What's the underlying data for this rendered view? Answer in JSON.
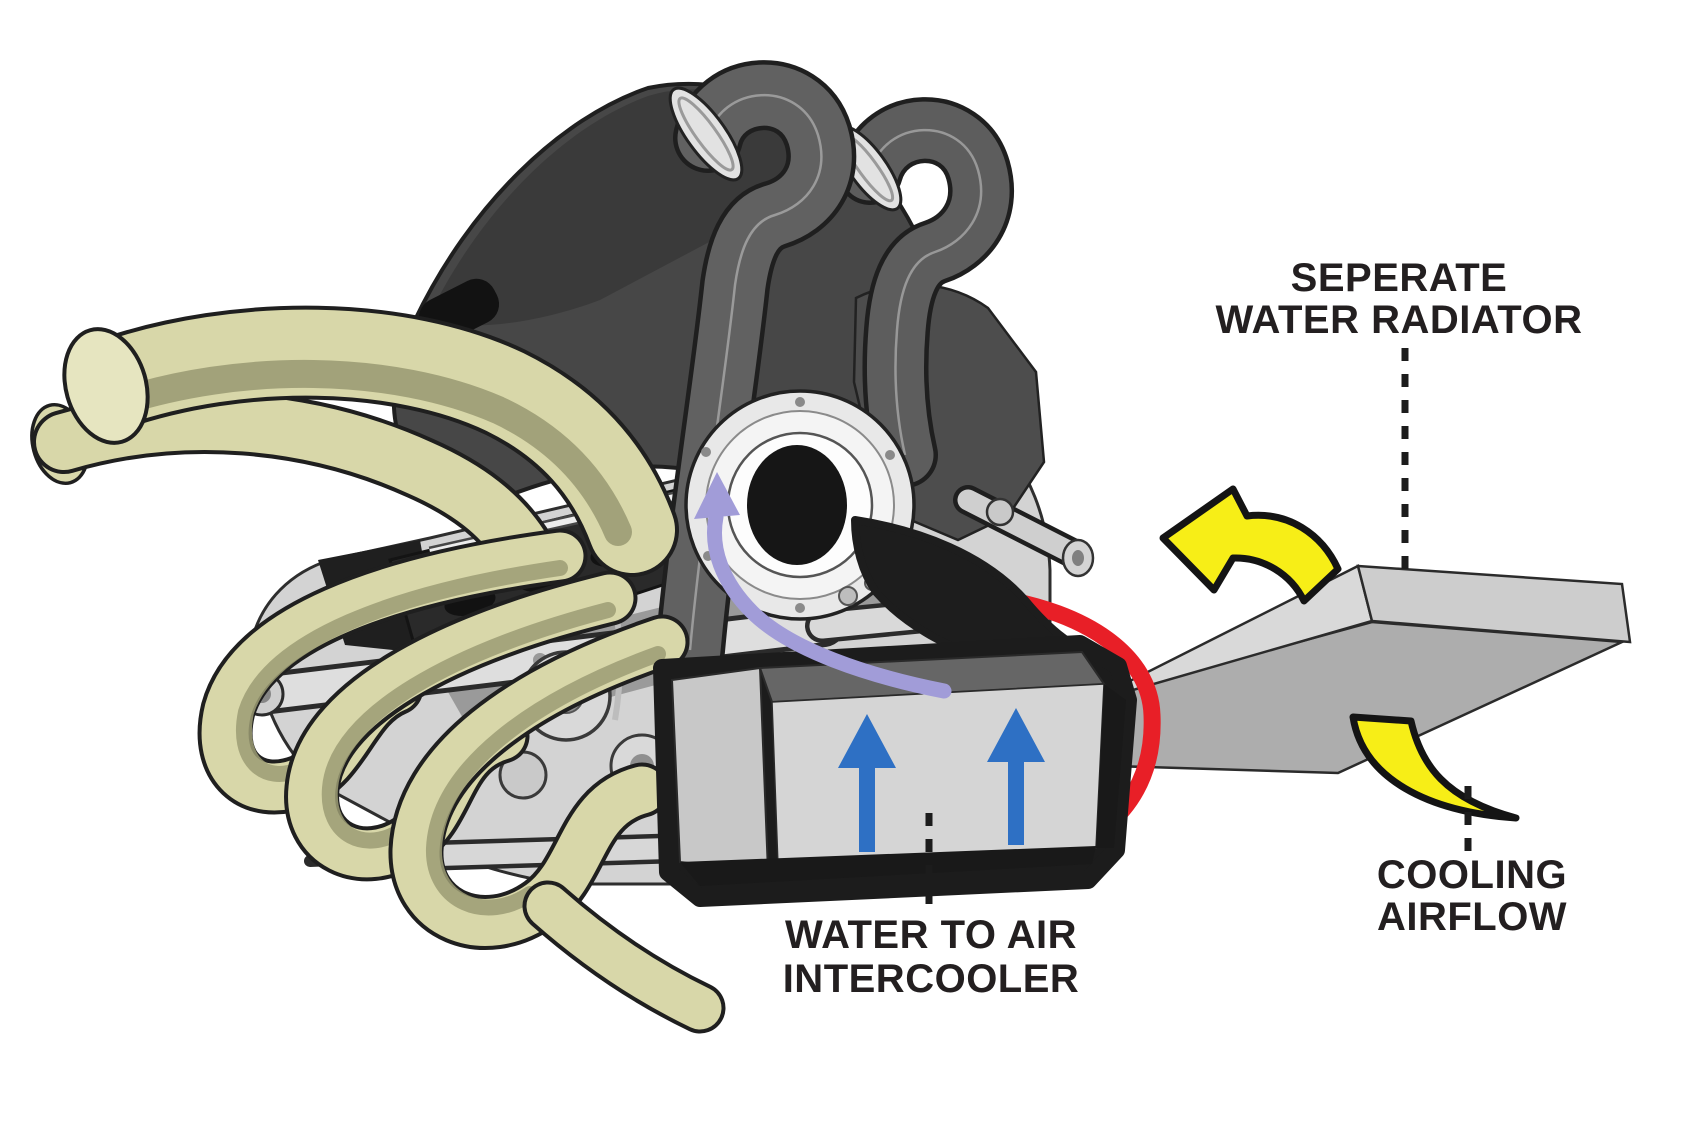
{
  "labels": {
    "water_radiator": {
      "line1": "SEPERATE",
      "line2": "WATER RADIATOR"
    },
    "cooling_airflow": {
      "line1": "COOLING",
      "line2": "AIRFLOW"
    },
    "intercooler": {
      "line1": "WATER TO AIR",
      "line2": "INTERCOOLER"
    }
  },
  "colors": {
    "background": "#ffffff",
    "label_text": "#231f20",
    "leader_line": "#1c1c1c",
    "airflow_yellow": "#f7ee17",
    "hot_flow_red": "#e81f27",
    "cool_flow_blue": "#2e70c4",
    "charge_air_purple": "#a19cd8",
    "exhaust_khaki": "#d8d7a9",
    "exhaust_khaki_shade": "#9c9c74"
  },
  "flow_arrows": [
    {
      "name": "cooling-airflow-arrow-up",
      "color_key": "airflow_yellow",
      "direction": "up-left over radiator"
    },
    {
      "name": "cooling-airflow-ribbon",
      "color_key": "airflow_yellow",
      "direction": "up under radiator"
    },
    {
      "name": "hot-water-arrow",
      "color_key": "hot_flow_red",
      "direction": "down around radiator edge"
    },
    {
      "name": "cool-air-arrow-left",
      "color_key": "cool_flow_blue",
      "direction": "up through intercooler"
    },
    {
      "name": "cool-air-arrow-right",
      "color_key": "cool_flow_blue",
      "direction": "up through intercooler"
    },
    {
      "name": "charge-air-arrow",
      "color_key": "charge_air_purple",
      "direction": "up from intercooler to turbo inlet"
    }
  ],
  "parts": [
    "exhaust-headers",
    "airbox",
    "charge-pipes",
    "engine-block",
    "turbocharger",
    "water-to-air-intercooler",
    "separate-water-radiator",
    "outlet-duct"
  ]
}
